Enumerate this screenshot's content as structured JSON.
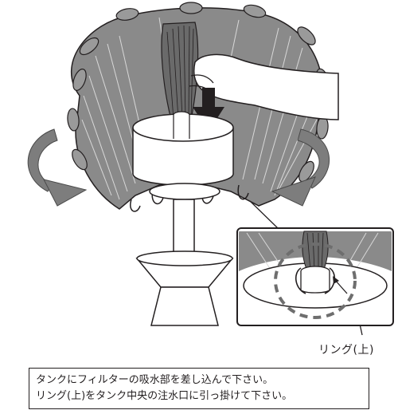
{
  "callout": {
    "label": "リング(上)"
  },
  "caption": {
    "line1": "タンクにフィルターの吸水部を差し込んで下さい。",
    "line2": "リング(上)をタンク中央の注水口に引っ掛けて下さい。"
  },
  "colors": {
    "shade_fill": "#8a8a8a",
    "shade_dark": "#5e5e5e",
    "arrow_gray": "#7d7d7d",
    "line": "#231f20",
    "ring_dash": "#6e6e6e"
  },
  "icons": [
    "rotate-left-arrow-icon",
    "rotate-right-arrow-icon",
    "down-arrow-icon",
    "hand-icon"
  ]
}
